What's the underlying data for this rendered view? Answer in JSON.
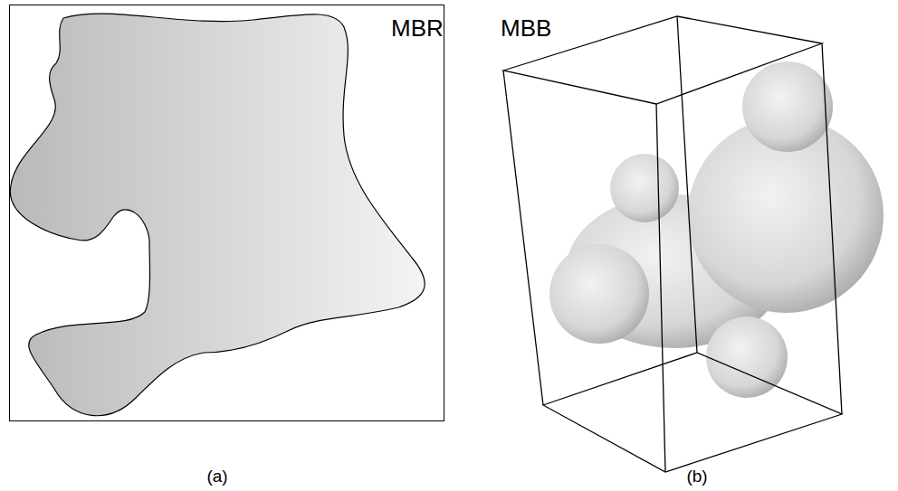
{
  "diagram": {
    "labels": [
      "MBR",
      "MBB",
      "(a)",
      "(b)"
    ]
  }
}
